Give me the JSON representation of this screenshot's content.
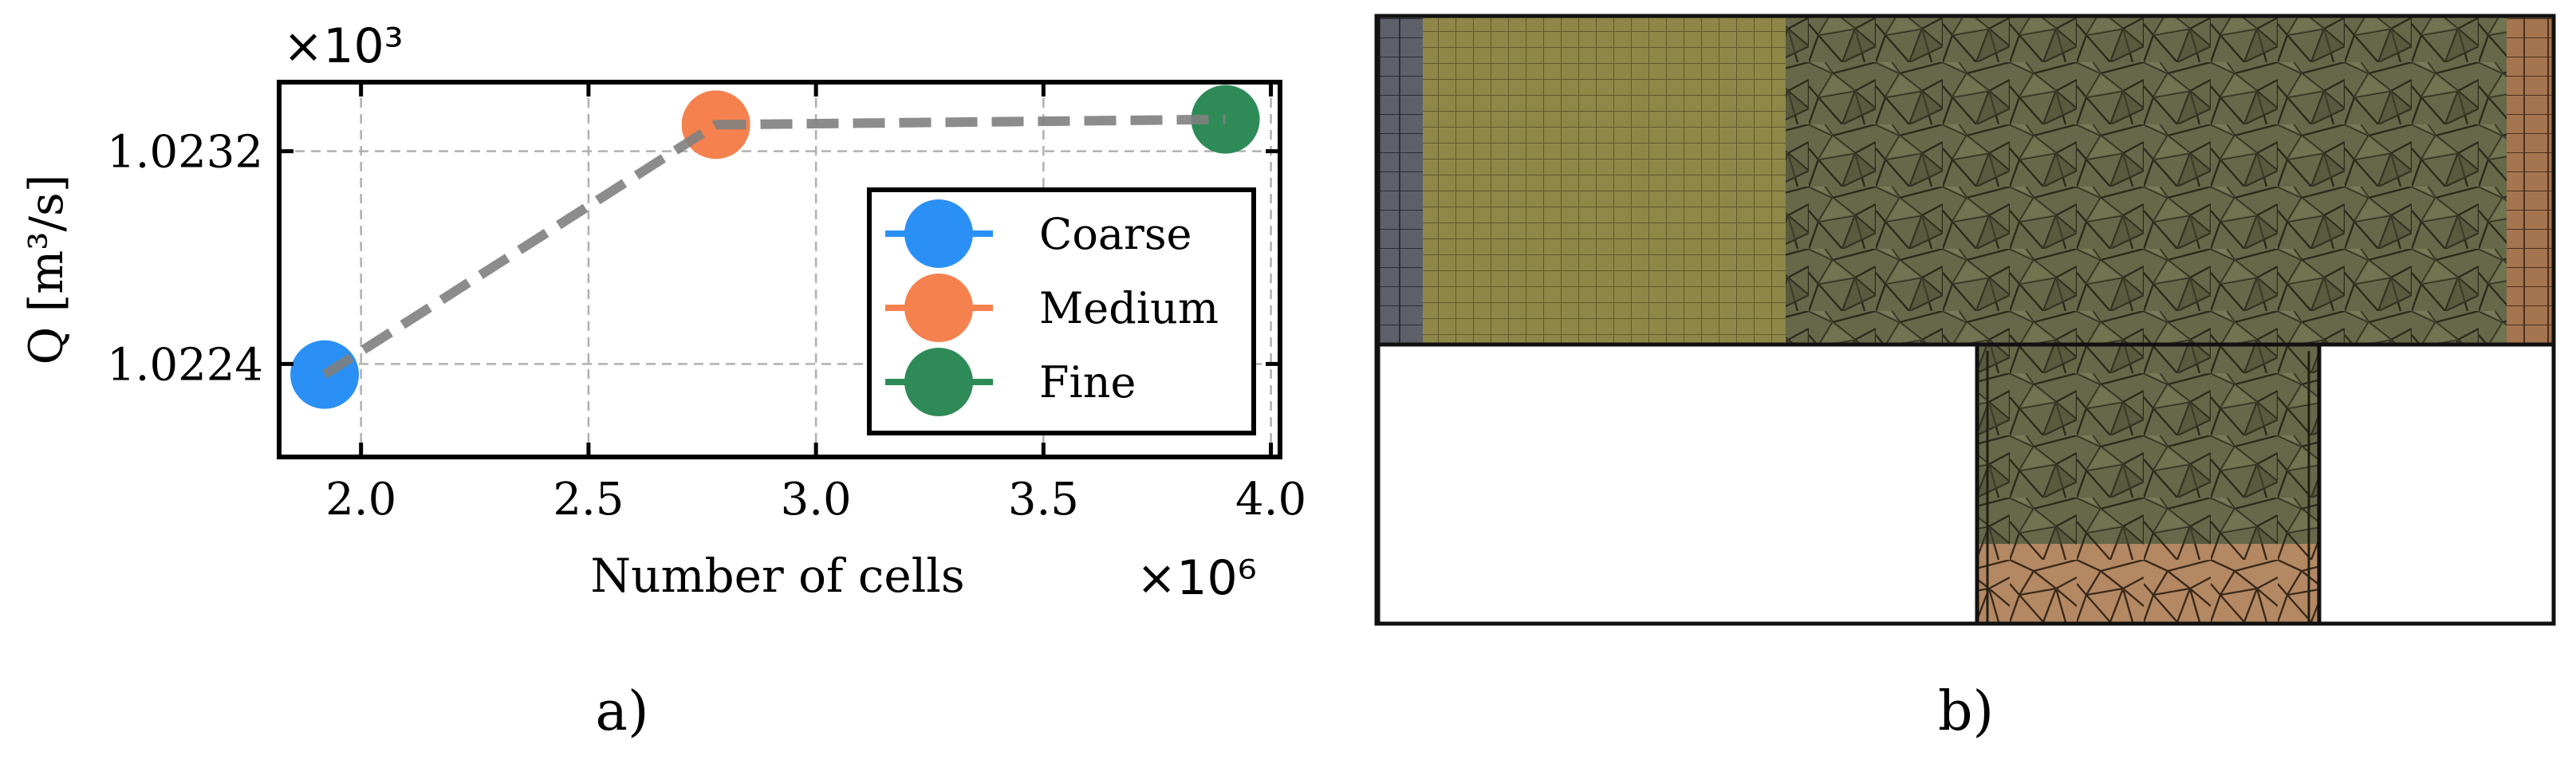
{
  "chart_data": {
    "type": "scatter",
    "xlabel": "Number of cells",
    "ylabel": "Q [m³/s]",
    "x_multiplier": "×10⁶",
    "y_multiplier": "×10³",
    "xlim": [
      1.82,
      4.02
    ],
    "ylim": [
      1.02205,
      1.02346
    ],
    "xticks": [
      2.0,
      2.5,
      3.0,
      3.5,
      4.0
    ],
    "xtick_labels": [
      "2.0",
      "2.5",
      "3.0",
      "3.5",
      "4.0"
    ],
    "yticks": [
      1.0224,
      1.0232
    ],
    "ytick_labels": [
      "1.0224",
      "1.0232"
    ],
    "grid": true,
    "legend_position": "right",
    "series": [
      {
        "name": "Coarse",
        "color": "#2B90F5",
        "x": [
          1.92
        ],
        "y": [
          1.02236
        ]
      },
      {
        "name": "Medium",
        "color": "#F5814E",
        "x": [
          2.78
        ],
        "y": [
          1.0233
        ]
      },
      {
        "name": "Fine",
        "color": "#2E8B57",
        "x": [
          3.9
        ],
        "y": [
          1.02332
        ]
      }
    ],
    "trend_line": {
      "color": "#7f7f7f",
      "x": [
        1.92,
        2.78,
        3.9
      ],
      "y": [
        1.02236,
        1.0233,
        1.02332
      ]
    }
  },
  "panels": {
    "a_label": "a)",
    "b_label": "b)"
  },
  "mesh_colors": {
    "structured_block": "#8d8746",
    "tet_region": "#5e6044",
    "outlet_patch": "#b08560",
    "side_strip": "#5b5d66",
    "outline": "#111111"
  }
}
